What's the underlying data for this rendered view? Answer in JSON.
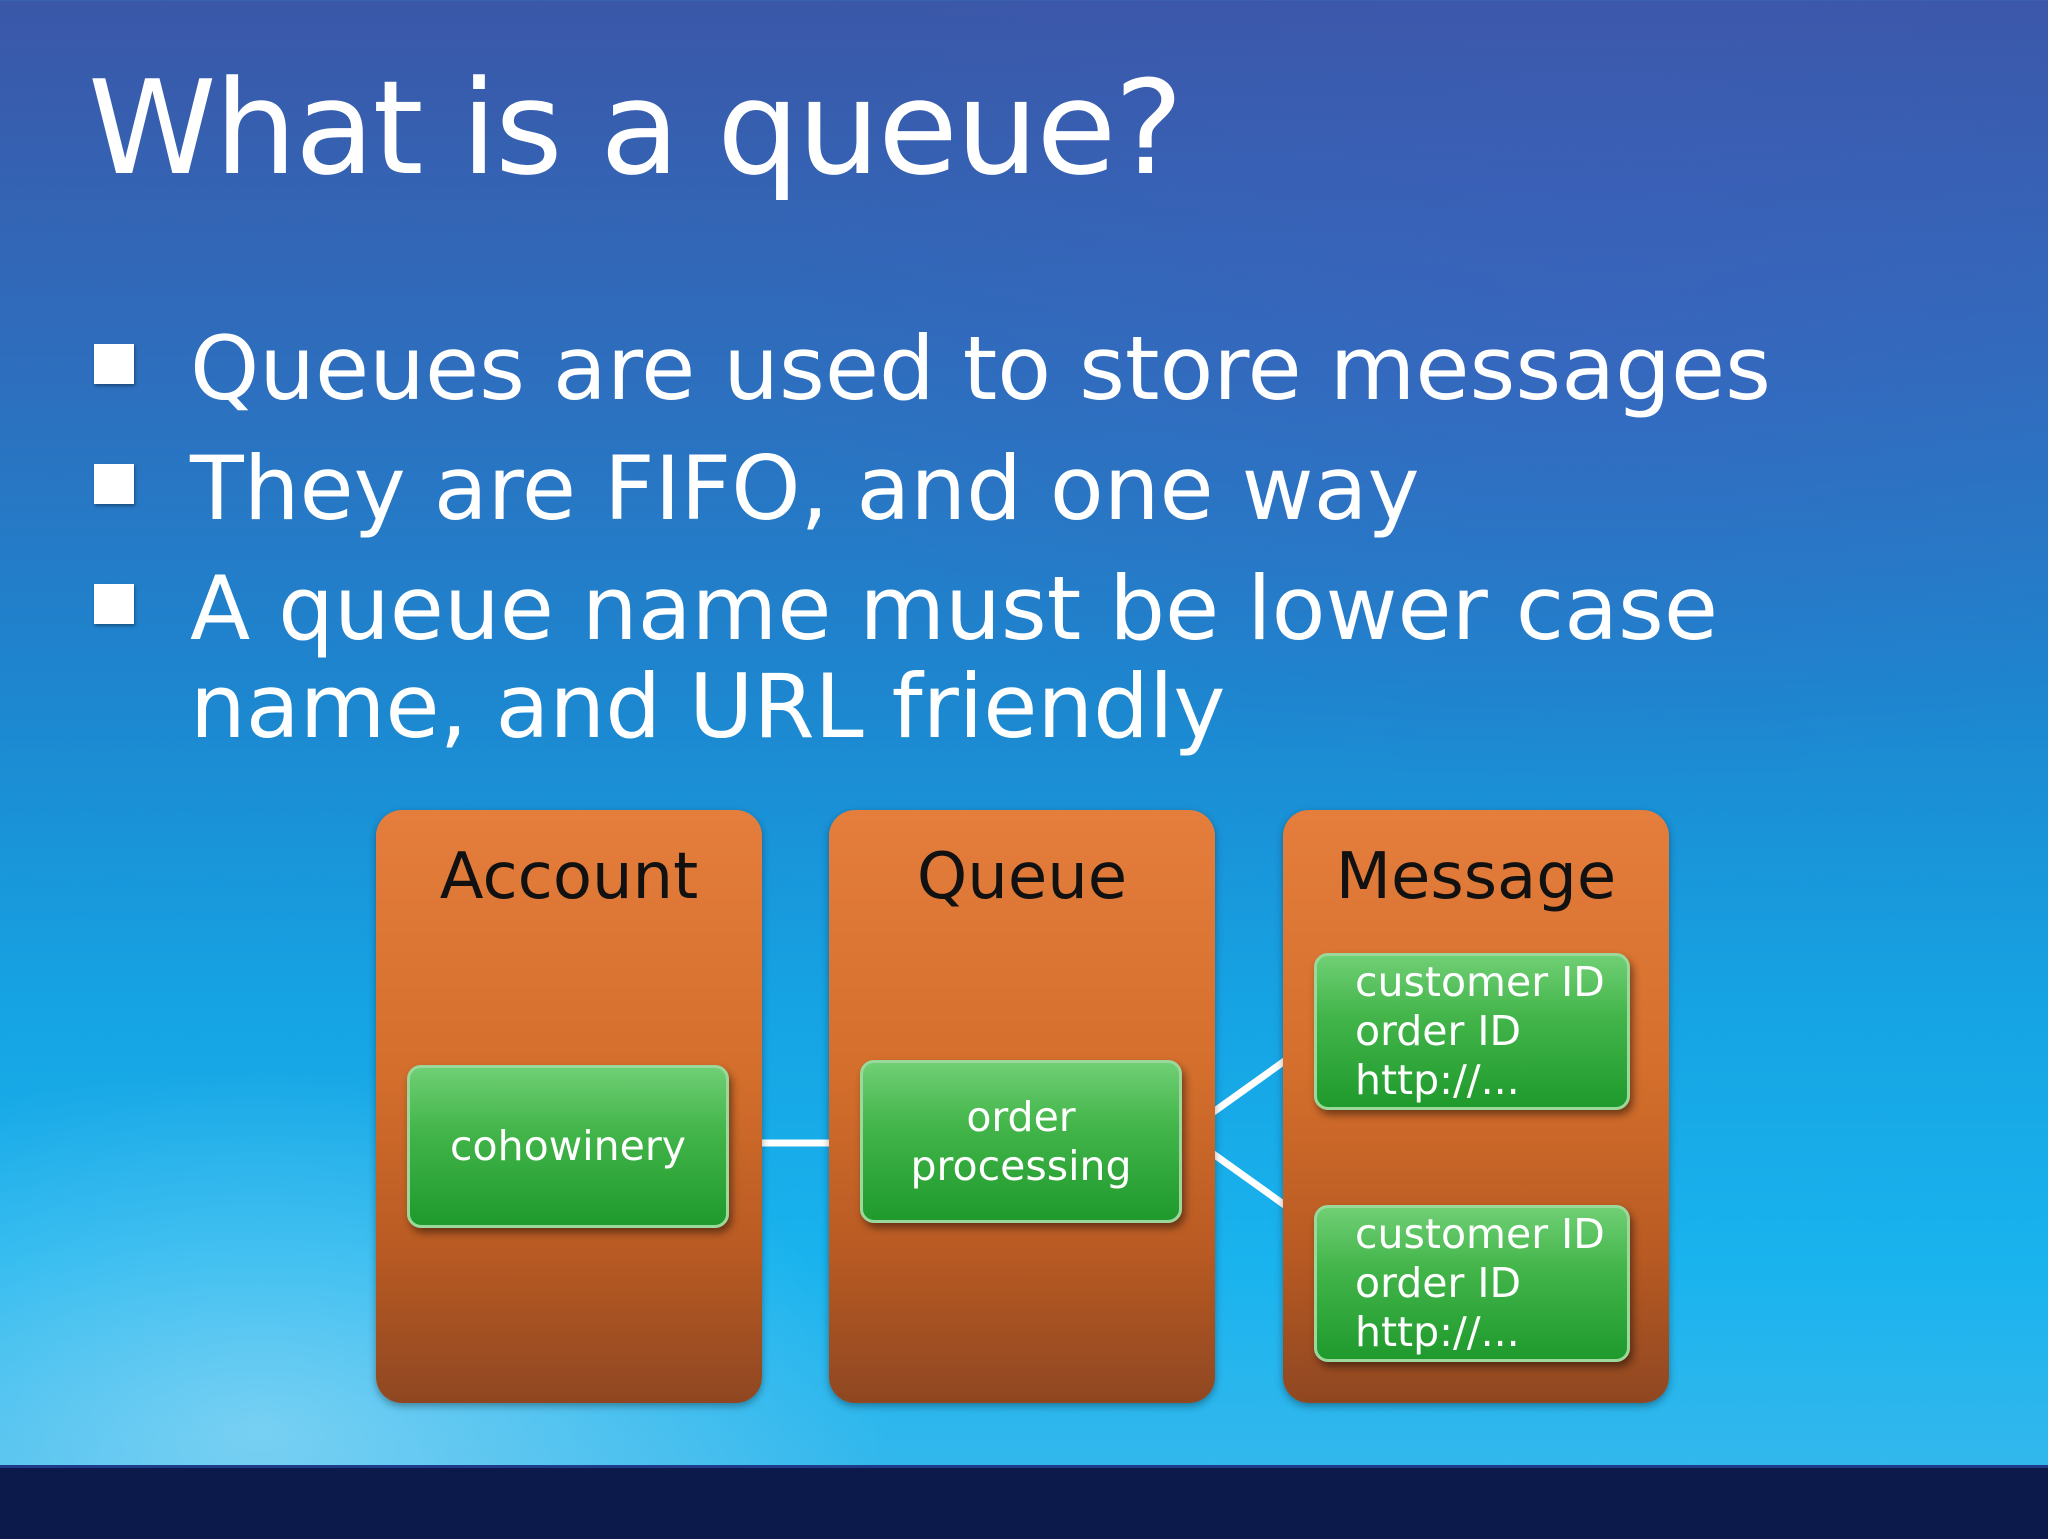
{
  "slide": {
    "title": "What is a queue?",
    "bullets": [
      "Queues are used to store messages",
      "They are FIFO, and one way",
      "A queue name must be lower case name, and URL friendly"
    ]
  },
  "diagram": {
    "panels": [
      {
        "title": "Account",
        "nodes": [
          "cohowinery"
        ]
      },
      {
        "title": "Queue",
        "nodes": [
          "order processing"
        ]
      },
      {
        "title": "Message",
        "nodes": [
          "customer ID\norder ID\nhttp://...",
          "customer ID\norder ID\nhttp://..."
        ]
      }
    ]
  }
}
